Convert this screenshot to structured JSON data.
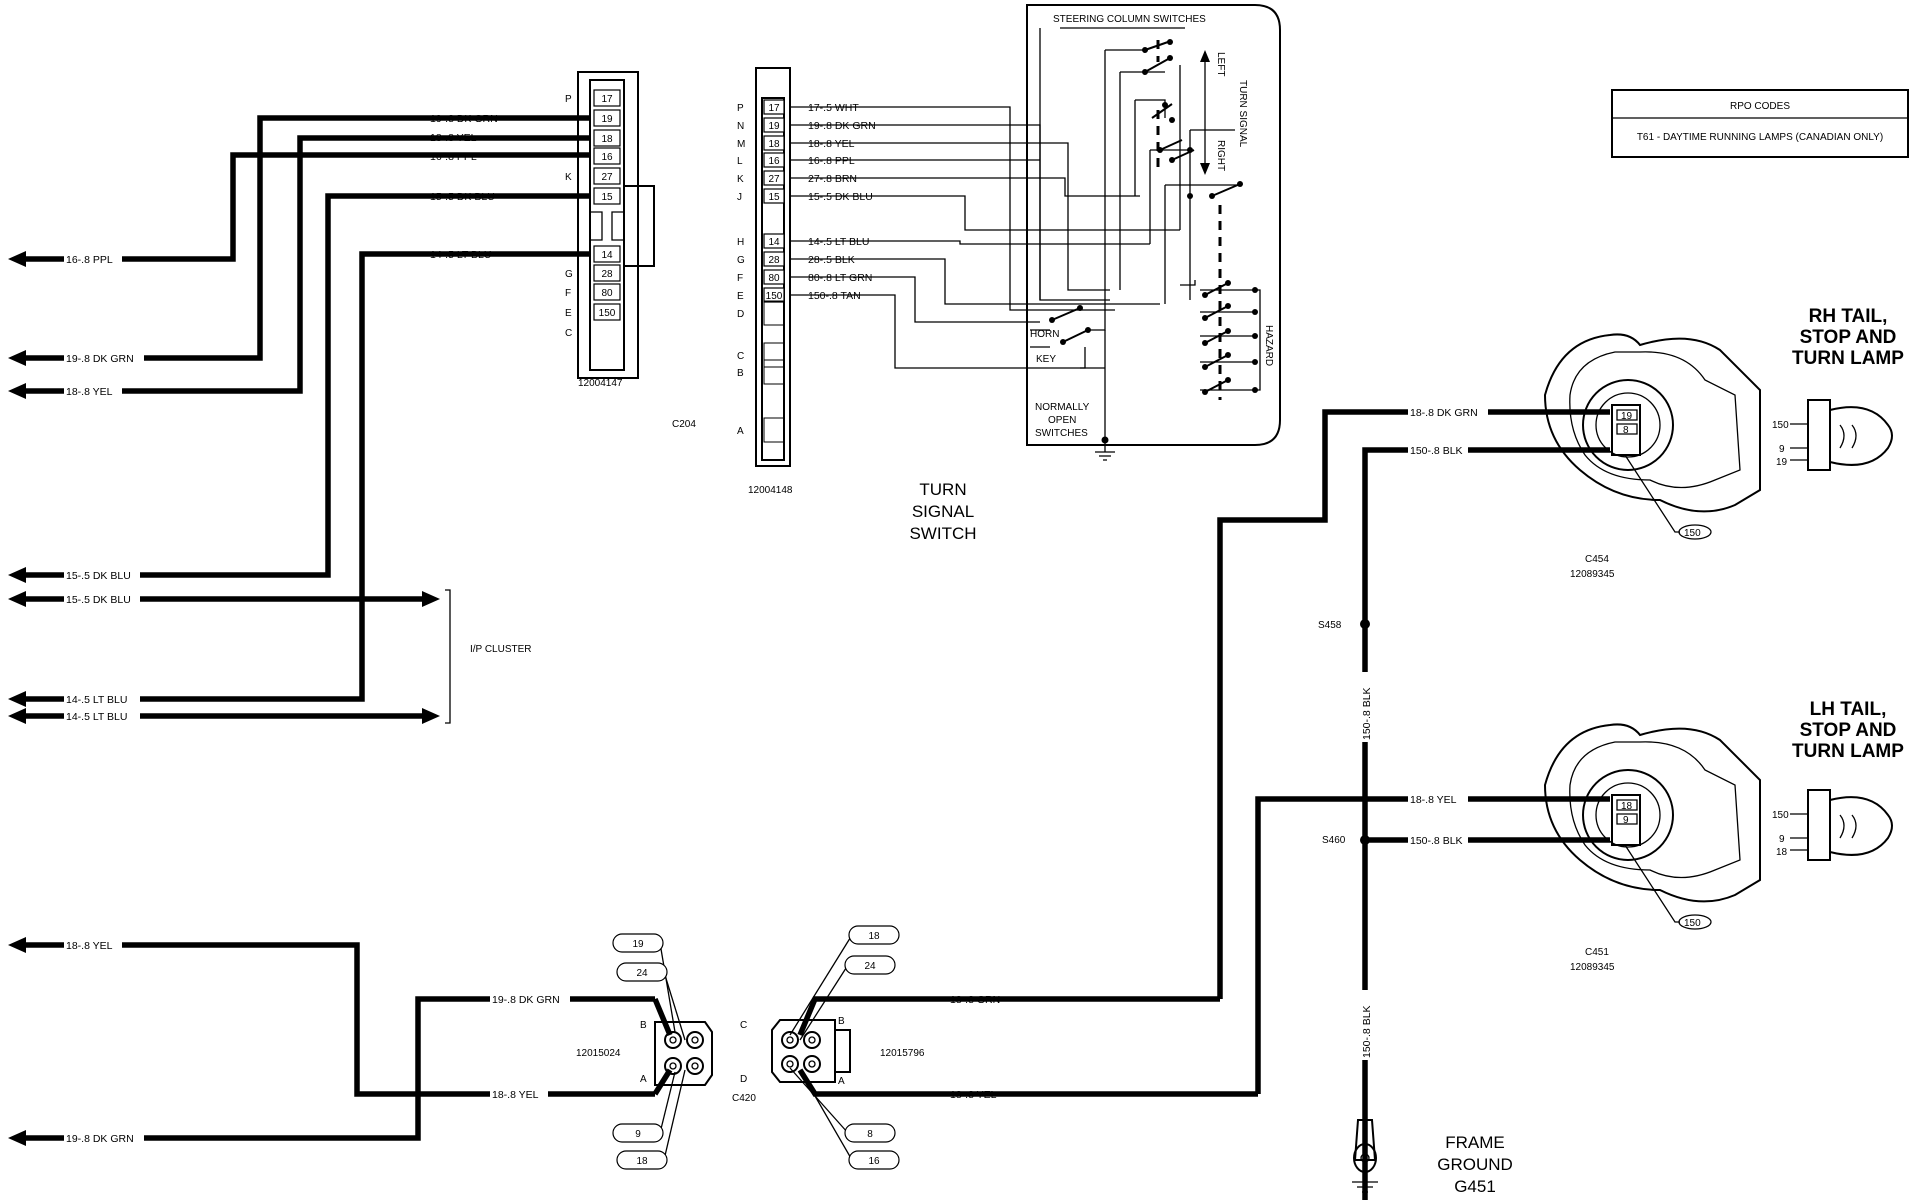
{
  "title_turn_signal": [
    "TURN",
    "SIGNAL",
    "SWITCH"
  ],
  "title_rh_lamp": [
    "RH TAIL,",
    "STOP AND",
    "TURN LAMP"
  ],
  "title_lh_lamp": [
    "LH TAIL,",
    "STOP AND",
    "TURN LAMP"
  ],
  "title_frame_ground": [
    "FRAME",
    "GROUND",
    "G451"
  ],
  "steering_column_label": "STEERING COLUMN SWITCHES",
  "turn_signal_vertical": "TURN SIGNAL",
  "left_vertical": "LEFT",
  "right_vertical": "RIGHT",
  "hazard_vertical": "HAZARD",
  "horn_label": "HORN",
  "key_label": "KEY",
  "normally_open": [
    "NORMALLY",
    "OPEN",
    "SWITCHES"
  ],
  "ip_cluster": "I/P CLUSTER",
  "rpo": {
    "header": "RPO CODES",
    "row": "T61 - DAYTIME RUNNING LAMPS (CANADIAN ONLY)"
  },
  "connectors": {
    "c204_label": "C204",
    "c204_left_part": "12004147",
    "c204_right_part": "12004148",
    "c420_label": "C420",
    "c420_left_part": "12015024",
    "c420_right_part": "12015796",
    "c454_label": "C454",
    "c454_part": "12089345",
    "c451_label": "C451",
    "c451_part": "12089345",
    "s458": "S458",
    "s460": "S460"
  },
  "c204_left_pins": [
    {
      "letter": "P",
      "num": "17"
    },
    {
      "letter": "",
      "num": "19"
    },
    {
      "letter": "",
      "num": "18"
    },
    {
      "letter": "",
      "num": "16"
    },
    {
      "letter": "K",
      "num": "27"
    },
    {
      "letter": "",
      "num": "15"
    },
    {
      "letter": "",
      "num": ""
    },
    {
      "letter": "",
      "num": "14"
    },
    {
      "letter": "G",
      "num": "28"
    },
    {
      "letter": "F",
      "num": "80"
    },
    {
      "letter": "E",
      "num": "150"
    },
    {
      "letter": "C",
      "num": ""
    }
  ],
  "c204_right_pins": [
    {
      "letter": "P",
      "num": "17"
    },
    {
      "letter": "N",
      "num": "19"
    },
    {
      "letter": "M",
      "num": "18"
    },
    {
      "letter": "L",
      "num": "16"
    },
    {
      "letter": "K",
      "num": "27"
    },
    {
      "letter": "J",
      "num": "15"
    },
    {
      "letter": "H",
      "num": "14"
    },
    {
      "letter": "G",
      "num": "28"
    },
    {
      "letter": "F",
      "num": "80"
    },
    {
      "letter": "E",
      "num": "150"
    },
    {
      "letter": "D",
      "num": ""
    },
    {
      "letter": "C",
      "num": ""
    },
    {
      "letter": "B",
      "num": ""
    },
    {
      "letter": "A",
      "num": ""
    }
  ],
  "c204_left_wires": [
    "19-.8 DK GRN",
    "18-.8 YEL",
    "16-.8 PPL",
    "15-.5 DK BLU",
    "14-.5 LT BLU"
  ],
  "c204_right_wires": [
    "17-.5 WHT",
    "19-.8 DK GRN",
    "18-.8 YEL",
    "16-.8 PPL",
    "27-.8 BRN",
    "15-.5 DK BLU",
    "14-.5 LT BLU",
    "28-.5 BLK",
    "80-.8 LT GRN",
    "150-.8 TAN"
  ],
  "left_edge_wires": [
    "16-.8 PPL",
    "19-.8 DK GRN",
    "18-.8 YEL",
    "15-.5 DK BLU",
    "15-.5 DK BLU",
    "14-.5 LT BLU",
    "14-.5 LT BLU",
    "18-.8 YEL",
    "19-.8 DK GRN"
  ],
  "c420_wires": [
    "19-.8 DK GRN",
    "18-.8 YEL",
    "18-.8 GRN",
    "18-.8 YEL"
  ],
  "c420_pins": {
    "b": "B",
    "a": "A",
    "c": "C",
    "d": "D"
  },
  "c420_callouts_left": [
    "19",
    "24",
    "9",
    "18"
  ],
  "c420_callouts_right": [
    "18",
    "24",
    "8",
    "16"
  ],
  "rh_lamp": {
    "wire_top": "18-.8 DK GRN",
    "wire_bot": "150-.8 BLK",
    "pin_top": "19",
    "pin_bot": "8",
    "callout": "150",
    "plug_pins": [
      "150",
      "9",
      "19"
    ]
  },
  "lh_lamp": {
    "wire_top": "18-.8 YEL",
    "wire_bot": "150-.8 BLK",
    "pin_top": "18",
    "pin_bot": "9",
    "callout": "150",
    "plug_pins": [
      "150",
      "9",
      "18"
    ]
  },
  "ground_wires": [
    "150-.8 BLK",
    "150-.8 BLK"
  ]
}
